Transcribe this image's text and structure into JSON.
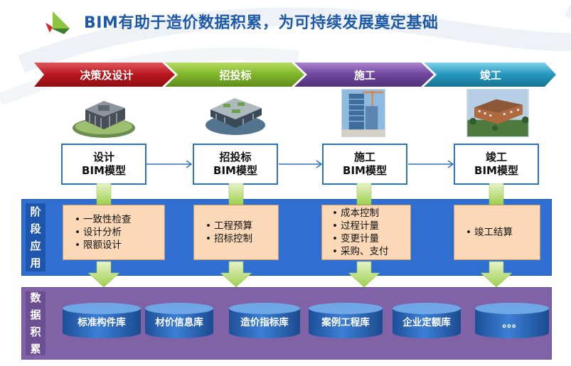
{
  "title": "BIM有助于造价数据积累，为可持续发展奠定基础",
  "phases": [
    "决策及设计",
    "招投标",
    "施工",
    "竣工"
  ],
  "phase_colors": [
    "#c0262c",
    "#8cbf2f",
    "#7a4fa3",
    "#2aa6c9"
  ],
  "model_boxes": [
    {
      "line1": "设计",
      "line2": "BIM模型"
    },
    {
      "line1": "招投标",
      "line2": "BIM模型"
    },
    {
      "line1": "施工",
      "line2": "BIM模型"
    },
    {
      "line1": "竣工",
      "line2": "BIM模型"
    }
  ],
  "sections": {
    "application": {
      "chars": [
        "阶",
        "段",
        "应",
        "用"
      ],
      "color": "#2f6fd1"
    },
    "accumulation": {
      "chars": [
        "数",
        "据",
        "积",
        "累"
      ],
      "color": "#8062a6"
    }
  },
  "applications": [
    {
      "items": [
        "一致性检查",
        "设计分析",
        "限额设计"
      ]
    },
    {
      "items": [
        "工程预算",
        "招标控制"
      ]
    },
    {
      "items": [
        "成本控制",
        "过程计量",
        "变更计量",
        "采购、支付"
      ]
    },
    {
      "items": [
        "竣工结算"
      ]
    }
  ],
  "databases": [
    "标准构件库",
    "材价信息库",
    "造价指标库",
    "案例工程库",
    "企业定额库",
    "。。。"
  ],
  "images": [
    "building-model-design-image",
    "building-model-bidding-image",
    "building-construction-image",
    "building-completed-image"
  ]
}
